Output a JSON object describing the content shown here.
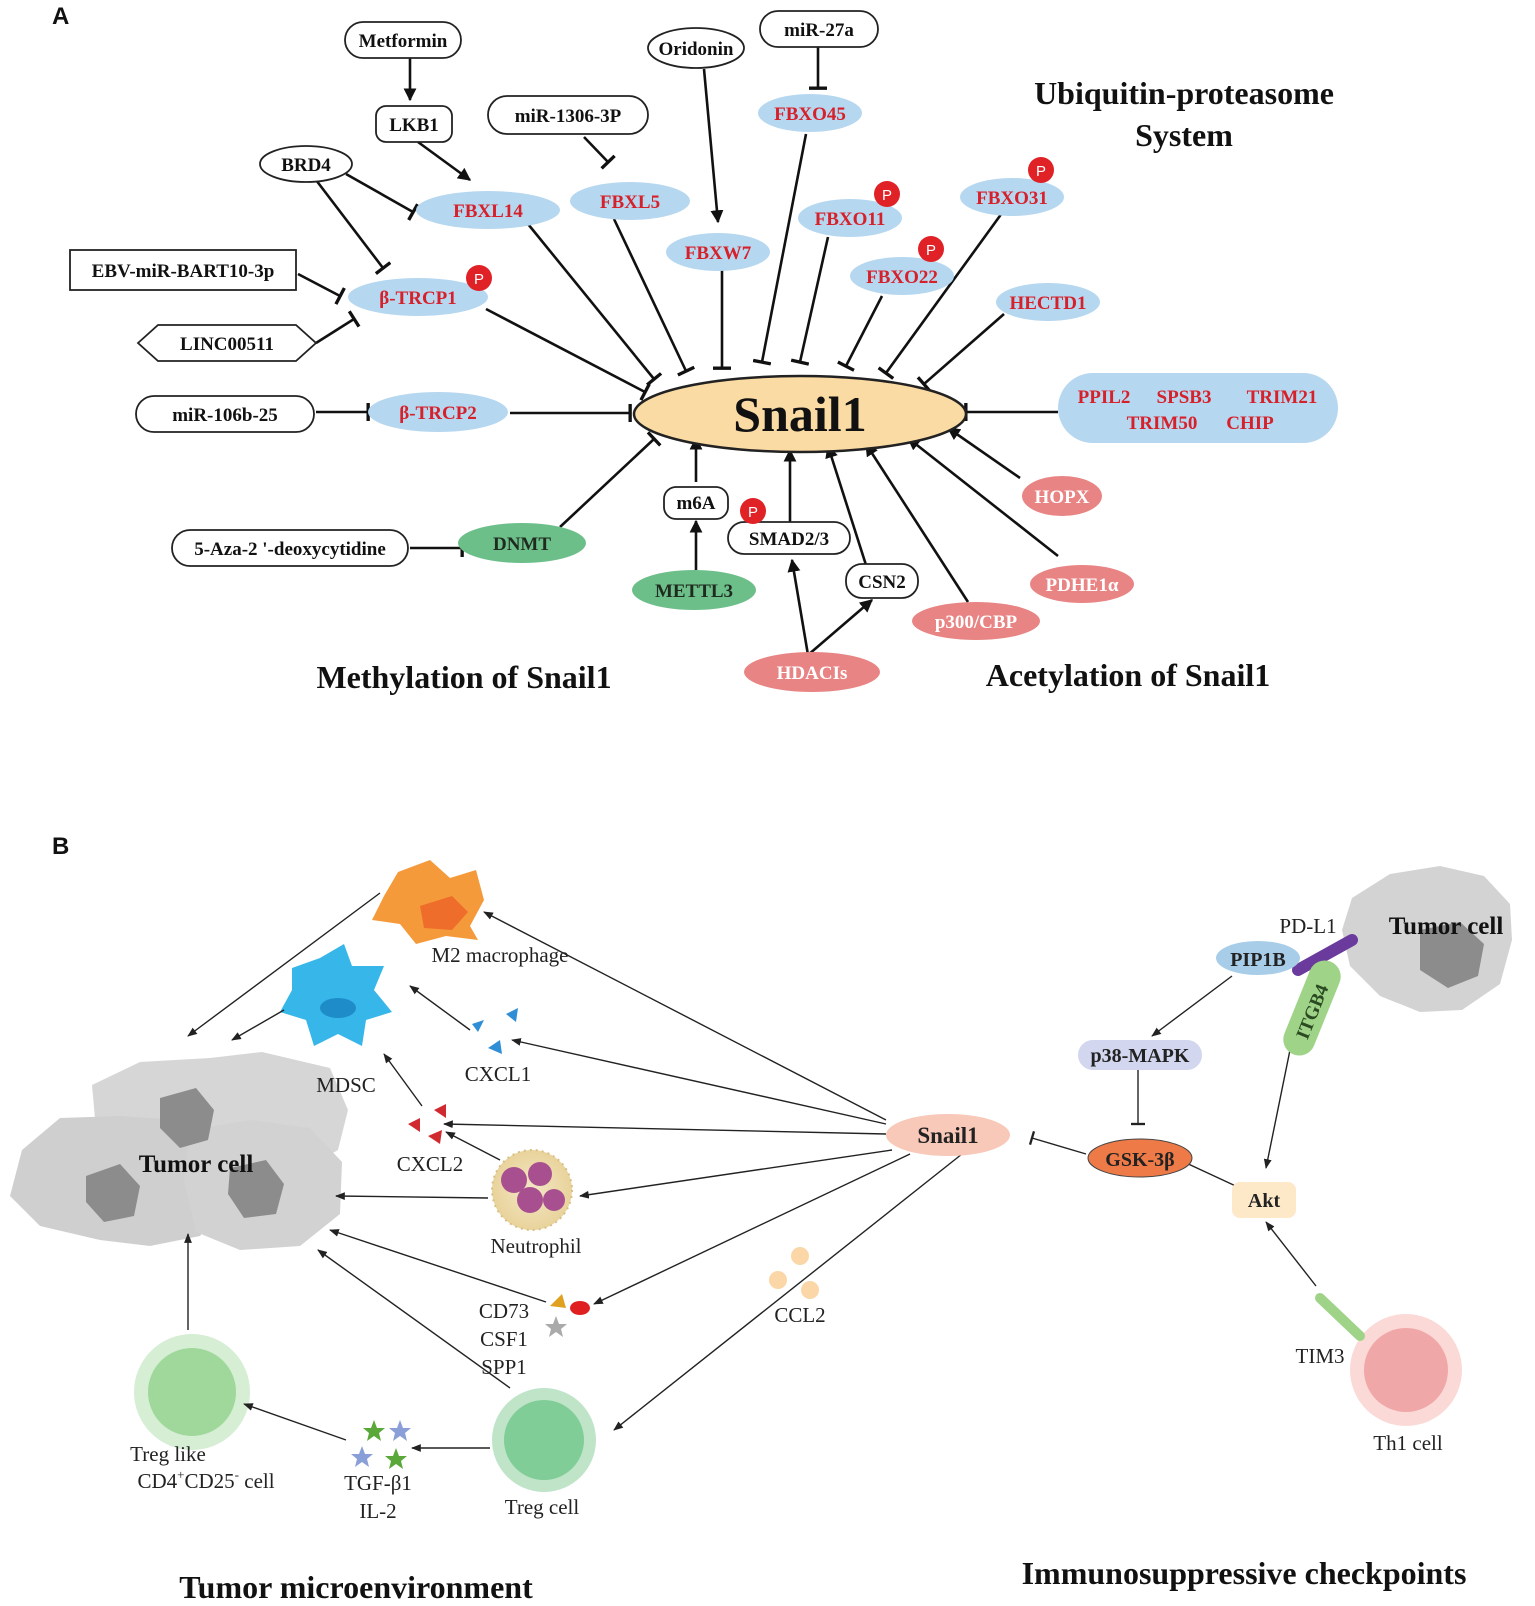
{
  "panel_a": {
    "label": "A",
    "center": "Snail1",
    "titles": {
      "ups_line1": "Ubiquitin-proteasome",
      "ups_line2": "System",
      "methylation": "Methylation of Snail1",
      "acetylation": "Acetylation of Snail1"
    },
    "regulators": {
      "metformin": "Metformin",
      "lkb1": "LKB1",
      "brd4": "BRD4",
      "mir1306": "miR-1306-3P",
      "oridonin": "Oridonin",
      "mir27a": "miR-27a",
      "ebv": "EBV-miR-BART10-3p",
      "linc": "LINC00511",
      "mir106": "miR-106b-25",
      "aza": "5-Aza-2 '-deoxycytidine",
      "m6a": "m6A",
      "smad": "SMAD2/3",
      "csn2": "CSN2"
    },
    "ligases": {
      "fbxl14": "FBXL14",
      "fbxl5": "FBXL5",
      "fbxw7": "FBXW7",
      "fbxo45": "FBXO45",
      "fbxo11": "FBXO11",
      "fbxo22": "FBXO22",
      "fbxo31": "FBXO31",
      "hectd1": "HECTD1",
      "btrcp1": "β-TRCP1",
      "btrcp2": "β-TRCP2",
      "group_line1": [
        "PPIL2",
        "SPSB3",
        "TRIM21"
      ],
      "group_line2": [
        "TRIM50",
        "CHIP"
      ]
    },
    "methyl": {
      "dnmt": "DNMT",
      "mettl3": "METTL3"
    },
    "acetyl": {
      "hdacis": "HDACIs",
      "p300": "p300/CBP",
      "pdhe": "PDHE1α",
      "hopx": "HOPX"
    },
    "phospho": "P"
  },
  "panel_b": {
    "label": "B",
    "titles": {
      "tme": "Tumor microenvironment",
      "checkpoints": "Immunosuppressive checkpoints"
    },
    "cells": {
      "tumor_left": "Tumor cell",
      "tumor_right": "Tumor cell",
      "m2": "M2 macrophage",
      "mdsc": "MDSC",
      "neutrophil": "Neutrophil",
      "treg": "Treg cell",
      "treg_like_1": "Treg like",
      "treg_like_2a": "CD4",
      "treg_like_2b": "+",
      "treg_like_2c": "CD25",
      "treg_like_2d": "-",
      "treg_like_2e": " cell",
      "th1": "Th1 cell"
    },
    "factors": {
      "cxcl1": "CXCL1",
      "cxcl2": "CXCL2",
      "cd73": "CD73",
      "csf1": "CSF1",
      "spp1": "SPP1",
      "ccl2": "CCL2",
      "tgf": "TGF-β1",
      "il2": "IL-2"
    },
    "signaling": {
      "snail1": "Snail1",
      "gsk": "GSK-3β",
      "p38": "p38-MAPK",
      "pip1b": "PIP1B",
      "pdl1": "PD-L1",
      "itgb4": "ITGB4",
      "akt": "Akt",
      "tim3": "TIM3"
    }
  }
}
